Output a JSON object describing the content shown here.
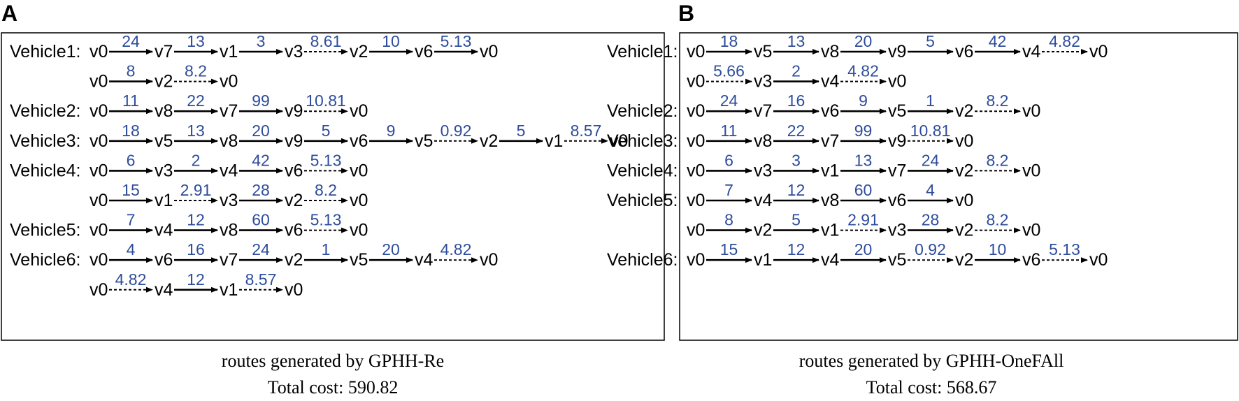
{
  "panels": [
    {
      "letter": "A",
      "caption": "routes generated by GPHH-Re",
      "total": "Total cost: 590.82",
      "rows": [
        {
          "label": "Vehicle1:",
          "nodes": [
            "v0",
            "v7",
            "v1",
            "v3",
            "v2",
            "v6",
            "v0"
          ],
          "costs": [
            "24",
            "13",
            "3",
            "8.61",
            "10",
            "5.13"
          ],
          "dashed": [
            false,
            false,
            false,
            true,
            false,
            false
          ]
        },
        {
          "label": "",
          "nodes": [
            "v0",
            "v2",
            "v0"
          ],
          "costs": [
            "8",
            "8.2"
          ],
          "dashed": [
            false,
            true
          ]
        },
        {
          "label": "Vehicle2:",
          "nodes": [
            "v0",
            "v8",
            "v7",
            "v9",
            "v0"
          ],
          "costs": [
            "11",
            "22",
            "99",
            "10.81"
          ],
          "dashed": [
            false,
            false,
            false,
            true
          ]
        },
        {
          "label": "Vehicle3:",
          "nodes": [
            "v0",
            "v5",
            "v8",
            "v9",
            "v6",
            "v5",
            "v2",
            "v1",
            "v0"
          ],
          "costs": [
            "18",
            "13",
            "20",
            "5",
            "9",
            "0.92",
            "5",
            "8.57"
          ],
          "dashed": [
            false,
            false,
            false,
            false,
            false,
            true,
            false,
            true
          ]
        },
        {
          "label": "Vehicle4:",
          "nodes": [
            "v0",
            "v3",
            "v4",
            "v6",
            "v0"
          ],
          "costs": [
            "6",
            "2",
            "42",
            "5.13"
          ],
          "dashed": [
            false,
            false,
            false,
            true
          ]
        },
        {
          "label": "",
          "nodes": [
            "v0",
            "v1",
            "v3",
            "v2",
            "v0"
          ],
          "costs": [
            "15",
            "2.91",
            "28",
            "8.2"
          ],
          "dashed": [
            false,
            true,
            false,
            true
          ]
        },
        {
          "label": "Vehicle5:",
          "nodes": [
            "v0",
            "v4",
            "v8",
            "v6",
            "v0"
          ],
          "costs": [
            "7",
            "12",
            "60",
            "5.13"
          ],
          "dashed": [
            false,
            false,
            false,
            true
          ]
        },
        {
          "label": "Vehicle6:",
          "nodes": [
            "v0",
            "v6",
            "v7",
            "v2",
            "v5",
            "v4",
            "v0"
          ],
          "costs": [
            "4",
            "16",
            "24",
            "1",
            "20",
            "4.82"
          ],
          "dashed": [
            false,
            false,
            false,
            false,
            false,
            true
          ]
        },
        {
          "label": "",
          "nodes": [
            "v0",
            "v4",
            "v1",
            "v0"
          ],
          "costs": [
            "4.82",
            "12",
            "8.57"
          ],
          "dashed": [
            true,
            false,
            true
          ]
        }
      ]
    },
    {
      "letter": "B",
      "caption": "routes generated by GPHH-OneFAll",
      "total": "Total cost: 568.67",
      "rows": [
        {
          "label": "Vehicle1:",
          "nodes": [
            "v0",
            "v5",
            "v8",
            "v9",
            "v6",
            "v4",
            "v0"
          ],
          "costs": [
            "18",
            "13",
            "20",
            "5",
            "42",
            "4.82"
          ],
          "dashed": [
            false,
            false,
            false,
            false,
            false,
            true
          ]
        },
        {
          "label": "",
          "nodes": [
            "v0",
            "v3",
            "v4",
            "v0"
          ],
          "costs": [
            "5.66",
            "2",
            "4.82"
          ],
          "dashed": [
            true,
            false,
            true
          ]
        },
        {
          "label": "Vehicle2:",
          "nodes": [
            "v0",
            "v7",
            "v6",
            "v5",
            "v2",
            "v0"
          ],
          "costs": [
            "24",
            "16",
            "9",
            "1",
            "8.2"
          ],
          "dashed": [
            false,
            false,
            false,
            false,
            true
          ]
        },
        {
          "label": "Vehicle3:",
          "nodes": [
            "v0",
            "v8",
            "v7",
            "v9",
            "v0"
          ],
          "costs": [
            "11",
            "22",
            "99",
            "10.81"
          ],
          "dashed": [
            false,
            false,
            false,
            true
          ]
        },
        {
          "label": "Vehicle4:",
          "nodes": [
            "v0",
            "v3",
            "v1",
            "v7",
            "v2",
            "v0"
          ],
          "costs": [
            "6",
            "3",
            "13",
            "24",
            "8.2"
          ],
          "dashed": [
            false,
            false,
            false,
            false,
            true
          ]
        },
        {
          "label": "Vehicle5:",
          "nodes": [
            "v0",
            "v4",
            "v8",
            "v6",
            "v0"
          ],
          "costs": [
            "7",
            "12",
            "60",
            "4"
          ],
          "dashed": [
            false,
            false,
            false,
            false
          ]
        },
        {
          "label": "",
          "nodes": [
            "v0",
            "v2",
            "v1",
            "v3",
            "v2",
            "v0"
          ],
          "costs": [
            "8",
            "5",
            "2.91",
            "28",
            "8.2"
          ],
          "dashed": [
            false,
            false,
            true,
            false,
            true
          ]
        },
        {
          "label": "Vehicle6:",
          "nodes": [
            "v0",
            "v1",
            "v4",
            "v5",
            "v2",
            "v6",
            "v0"
          ],
          "costs": [
            "15",
            "12",
            "20",
            "0.92",
            "10",
            "5.13"
          ],
          "dashed": [
            false,
            false,
            false,
            true,
            false,
            true
          ]
        }
      ]
    }
  ],
  "colors": {
    "node": "#000000",
    "cost": "#2e4c9c",
    "border": "#000000"
  }
}
